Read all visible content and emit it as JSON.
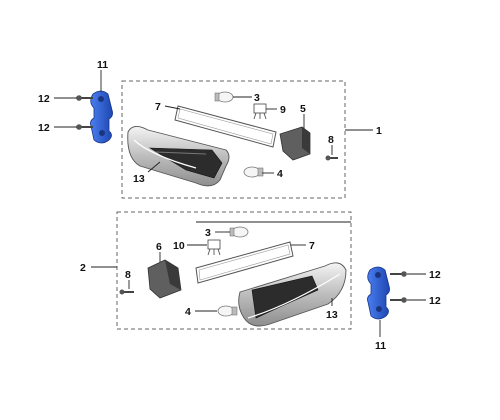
{
  "diagram": {
    "callouts": {
      "c1": "1",
      "c2": "2",
      "c3a": "3",
      "c3b": "3",
      "c4a": "4",
      "c4b": "4",
      "c5": "5",
      "c6": "6",
      "c7a": "7",
      "c7b": "7",
      "c8a": "8",
      "c8b": "8",
      "c9": "9",
      "c10": "10",
      "c11a": "11",
      "c11b": "11",
      "c12a": "12",
      "c12b": "12",
      "c12c": "12",
      "c12d": "12",
      "c13a": "13",
      "c13b": "13"
    },
    "colors": {
      "bracket": "#2f5fd0",
      "bracket_dark": "#1f3f9a",
      "housing": "#5a5a5a",
      "housing_dark": "#2e2e2e",
      "chrome": "#c9c9c9",
      "lens_light": "#f2f2f2",
      "line": "#222222"
    }
  }
}
